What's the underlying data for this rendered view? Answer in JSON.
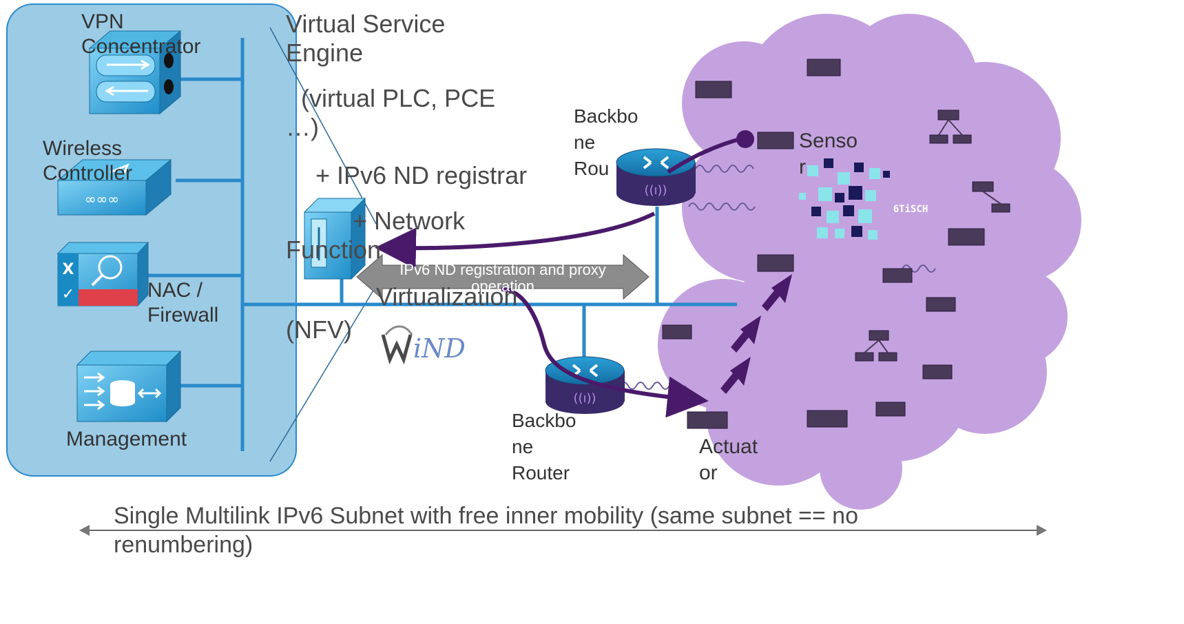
{
  "devices": {
    "vpn": "VPN\nConcentrator",
    "wireless": "Wireless\nController",
    "nac": "NAC /\nFirewall",
    "management": "Management"
  },
  "vse": {
    "line1": "Virtual Service",
    "line2": "Engine",
    "line3": "(virtual PLC, PCE",
    "line4": "…)",
    "line5": "+ IPv6 ND registrar",
    "line6": "+ Network",
    "line7": "Function",
    "line8": "Virtualization",
    "line9": "(NFV)"
  },
  "routers": {
    "top": "Backbo\nne\nRou",
    "bottom": "Backbo\nne\nRouter"
  },
  "nodes": {
    "sensor": "Senso\nr",
    "actuator": "Actuat\nor"
  },
  "proxy_label": "IPv6 ND registration and proxy\noperation",
  "subnet_label": "Single Multilink IPv6 Subnet with free inner mobility (same subnet == no\nrenumbering)",
  "logos": {
    "wind": "iND",
    "sixtisch": "6TiSCH"
  },
  "colors": {
    "data_center_fill": "#9ccbe5",
    "cloud_fill": "#c4a2e0",
    "device_blue": "#2aa0d6",
    "router_purple": "#3a2a6a",
    "arrow_purple": "#4a1a6a",
    "bus_blue": "#2a8acb"
  }
}
